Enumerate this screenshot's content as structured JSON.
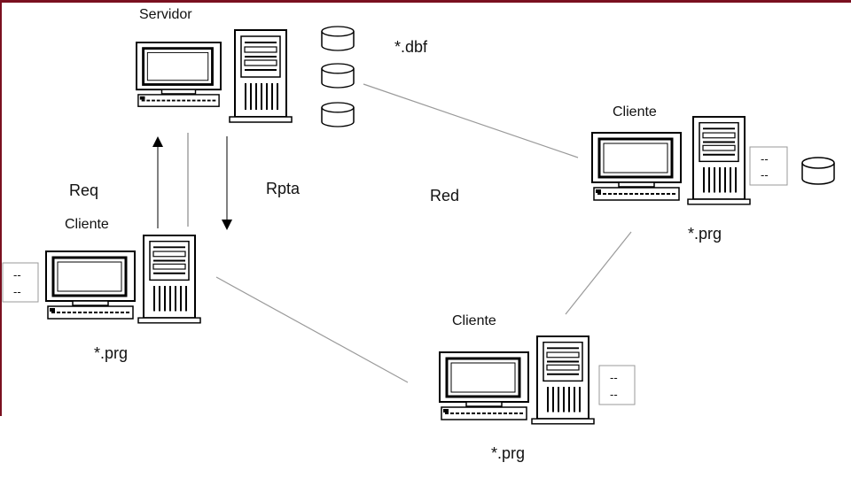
{
  "labels": {
    "server": "Servidor",
    "dbf": "*.dbf",
    "req": "Req",
    "rpta": "Rpta",
    "red": "Red",
    "client_left": "Cliente",
    "client_right": "Cliente",
    "client_bottom": "Cliente",
    "prg_left": "*.prg",
    "prg_right": "*.prg",
    "prg_bottom": "*.prg",
    "doc_line": "--"
  },
  "colors": {
    "border_accent": "#7a1020",
    "line": "#9a9a9a",
    "stroke": "#000000"
  },
  "icons": [
    "computer-monitor-icon",
    "tower-case-icon",
    "keyboard-icon",
    "database-cylinder-icon",
    "document-icon",
    "arrow-up-icon",
    "arrow-down-icon"
  ]
}
